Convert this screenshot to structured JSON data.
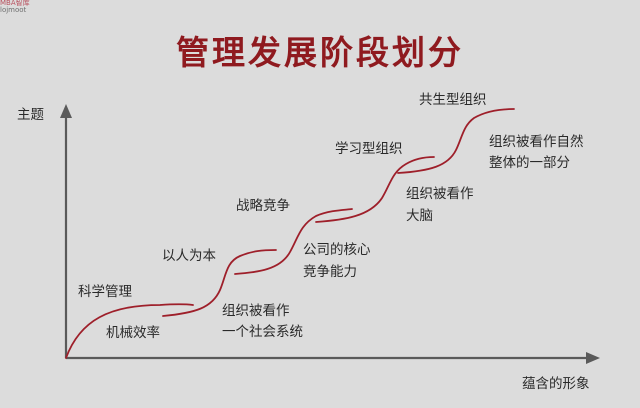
{
  "watermark": {
    "line1": "MBA智库",
    "line2": "lojmoot"
  },
  "title": "管理发展阶段划分",
  "axes": {
    "y_label": "主题",
    "x_label": "蕴含的形象"
  },
  "stages": [
    {
      "theme": "科学管理",
      "image": "机械效率"
    },
    {
      "theme": "以人为本",
      "image": "组织被看作 一个社会系统"
    },
    {
      "theme": "战略竞争",
      "image": "公司的核心 竞争能力"
    },
    {
      "theme": "学习型组织",
      "image": "组织被看作 大脑"
    },
    {
      "theme": "共生型组织",
      "image": "组织被看作自然 整体的一部分"
    }
  ],
  "labels": {
    "theme_1": "科学管理",
    "image_1": "机械效率",
    "theme_2": "以人为本",
    "image_2_line1": "组织被看作",
    "image_2_line2": "一个社会系统",
    "theme_3": "战略竞争",
    "image_3_line1": "公司的核心",
    "image_3_line2": "竞争能力",
    "theme_4": "学习型组织",
    "image_4_line1": "组织被看作",
    "image_4_line2": "大脑",
    "theme_5": "共生型组织",
    "image_5_line1": "组织被看作自然",
    "image_5_line2": "整体的一部分"
  },
  "colors": {
    "title": "#8f1a1f",
    "curve": "#9e1f2a",
    "axis": "#5a5a5a",
    "background": "#dcdcdc"
  }
}
